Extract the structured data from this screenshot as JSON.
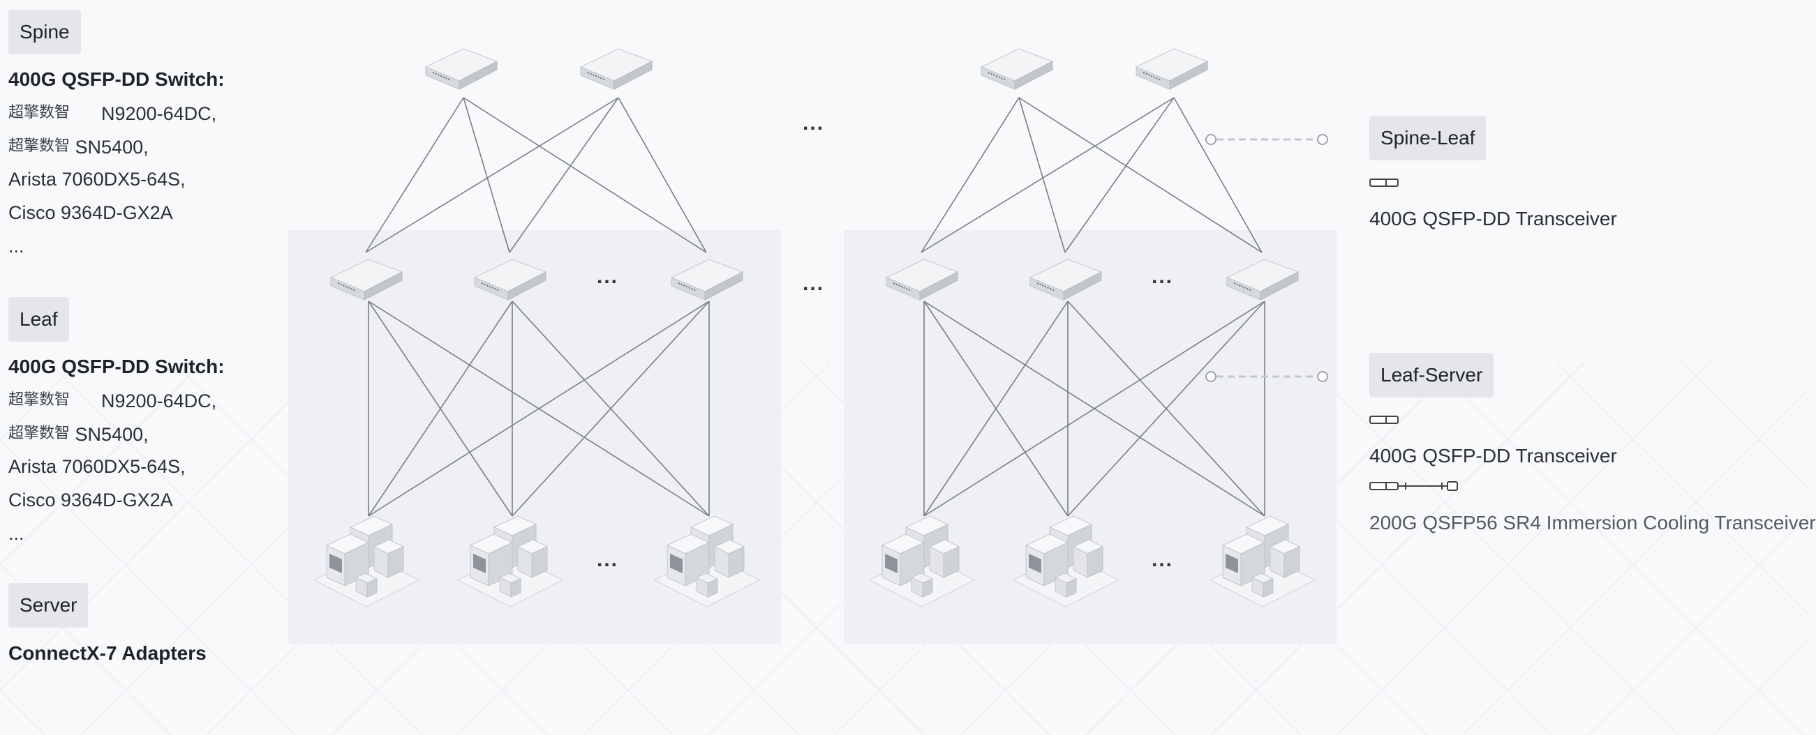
{
  "left_panel": {
    "spine": {
      "tier_label": "Spine",
      "heading": "400G QSFP-DD Switch:",
      "items": [
        {
          "cn": "超擎数智",
          "model": "N9200-64DC,"
        },
        {
          "cn": "超擎数智",
          "model": "SN5400,"
        },
        {
          "cn": "",
          "model": "Arista 7060DX5-64S,"
        },
        {
          "cn": "",
          "model": "Cisco 9364D-GX2A"
        },
        {
          "cn": "",
          "model": "..."
        }
      ]
    },
    "leaf": {
      "tier_label": "Leaf",
      "heading": "400G QSFP-DD Switch:",
      "items": [
        {
          "cn": "超擎数智",
          "model": "N9200-64DC,"
        },
        {
          "cn": "超擎数智",
          "model": "SN5400,"
        },
        {
          "cn": "",
          "model": "Arista 7060DX5-64S,"
        },
        {
          "cn": "",
          "model": "Cisco 9364D-GX2A"
        },
        {
          "cn": "",
          "model": "..."
        }
      ]
    },
    "server": {
      "tier_label": "Server",
      "heading": "ConnectX-7 Adapters"
    }
  },
  "legend": {
    "spine_leaf": {
      "label": "Spine-Leaf",
      "transceiver_icon": "transceiver-icon",
      "transceiver": "400G QSFP-DD Transceiver"
    },
    "leaf_server": {
      "label": "Leaf-Server",
      "transceiver_icon": "transceiver-icon",
      "transceiver": "400G QSFP-DD Transceiver",
      "cable_icon": "breakout-cable-icon",
      "cable": "200G QSFP56 SR4 Immersion Cooling Transceiver"
    }
  },
  "diagram": {
    "ellipsis": "...",
    "node_icons": {
      "switch": "switch-icon",
      "server": "server-cluster-icon"
    },
    "colors": {
      "link": "#7a7e85",
      "pod_bg": "#eef0f5",
      "tier_bg": "#e4e6eb",
      "legend_dash": "#c3c7cf"
    }
  }
}
